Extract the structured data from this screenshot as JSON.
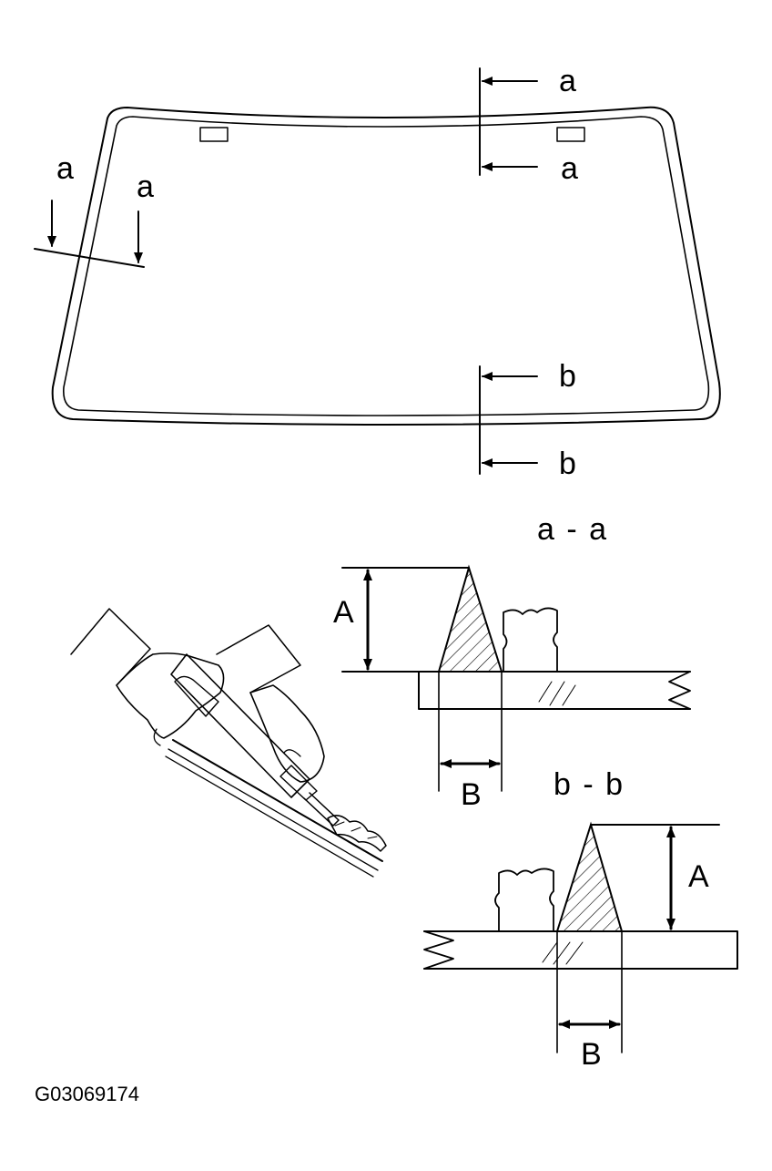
{
  "labels": {
    "cut_a": "a",
    "cut_b": "b",
    "section_aa": "a - a",
    "section_bb": "b - b",
    "dim_A": "A",
    "dim_B": "B"
  },
  "figure_code": "G03069174",
  "colors": {
    "line": "#000000",
    "background": "#ffffff"
  },
  "icons": [
    "windshield-glass",
    "adhesive-sealant-gun",
    "molding-dam"
  ]
}
